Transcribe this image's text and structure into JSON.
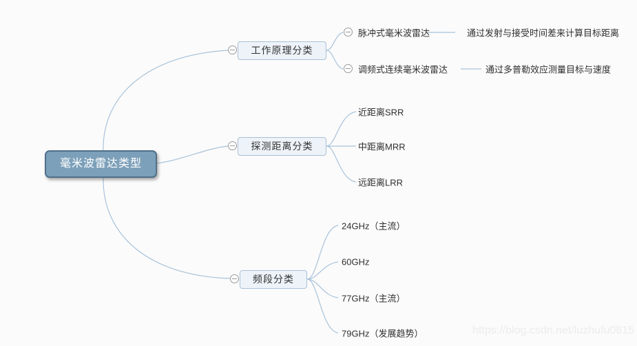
{
  "app": "mind-map-viewer",
  "colors": {
    "background": "#fbfbfb",
    "connector_line": "#a8c2da",
    "root_fill": "#7da0ba",
    "root_border": "#4f7089",
    "branch_fill": "#edf3f9",
    "branch_border": "#a9c0d6",
    "text": "#2f2f2f",
    "collapse_icon": "#9a9a9a",
    "watermark": "#ececec"
  },
  "root": {
    "label": "毫米波雷达类型"
  },
  "branches": [
    {
      "label": "工作原理分类",
      "children": [
        {
          "label": "脉冲式毫米波雷达",
          "note": "通过发射与接受时间差来计算目标距离"
        },
        {
          "label": "调频式连续毫米波雷达",
          "note": "通过多普勒效应测量目标与速度"
        }
      ]
    },
    {
      "label": "探测距离分类",
      "children": [
        {
          "label": "近距离SRR"
        },
        {
          "label": "中距离MRR"
        },
        {
          "label": "远距离LRR"
        }
      ]
    },
    {
      "label": "频段分类",
      "children": [
        {
          "label": "24GHz（主流）"
        },
        {
          "label": "60GHz"
        },
        {
          "label": "77GHz（主流）"
        },
        {
          "label": "79GHz（发展趋势）"
        }
      ]
    }
  ],
  "watermark": "https://blog.csdn.net/luzhufu0815"
}
